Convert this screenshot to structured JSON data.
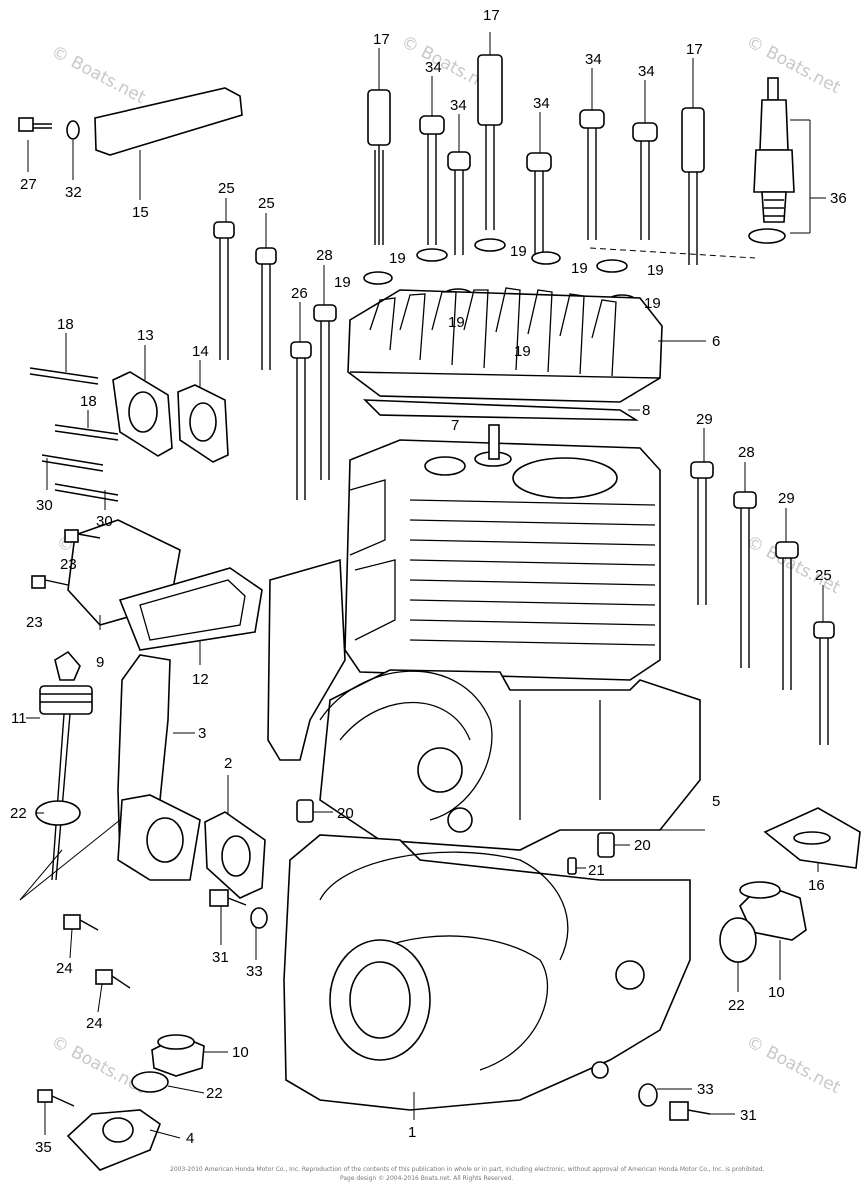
{
  "watermark": "© Boats.net",
  "copyright": {
    "line1": "2003-2010 American Honda Motor Co., Inc. Reproduction of the contents of this publication in whole or in part, including electronic, without approval of American Honda Motor Co., Inc. is prohibited.",
    "line2": "Page design © 2004-2016 Boats.net. All Rights Reserved."
  },
  "callouts": {
    "c1": "17",
    "c2": "17",
    "c3": "17",
    "c4": "34",
    "c5": "34",
    "c6": "34",
    "c7": "34",
    "c8": "34",
    "c9": "34",
    "c10": "27",
    "c11": "32",
    "c12": "15",
    "c13": "25",
    "c14": "25",
    "c15": "25",
    "c16": "28",
    "c17": "28",
    "c18": "36",
    "c19": "19",
    "c20": "19",
    "c21": "19",
    "c22": "19",
    "c23": "19",
    "c24": "19",
    "c25": "19",
    "c26": "19",
    "c27": "26",
    "c28": "18",
    "c29": "18",
    "c30": "13",
    "c31": "14",
    "c32": "6",
    "c33": "8",
    "c34": "7",
    "c35": "29",
    "c36": "29",
    "c37": "30",
    "c38": "30",
    "c39": "23",
    "c40": "23",
    "c41": "9",
    "c42": "12",
    "c43": "11",
    "c44": "3",
    "c45": "2",
    "c46": "22",
    "c47": "22",
    "c48": "22",
    "c49": "20",
    "c50": "20",
    "c51": "21",
    "c52": "5",
    "c53": "16",
    "c54": "31",
    "c55": "31",
    "c56": "33",
    "c57": "33",
    "c58": "24",
    "c59": "24",
    "c60": "10",
    "c61": "10",
    "c62": "35",
    "c63": "4",
    "c64": "1"
  }
}
